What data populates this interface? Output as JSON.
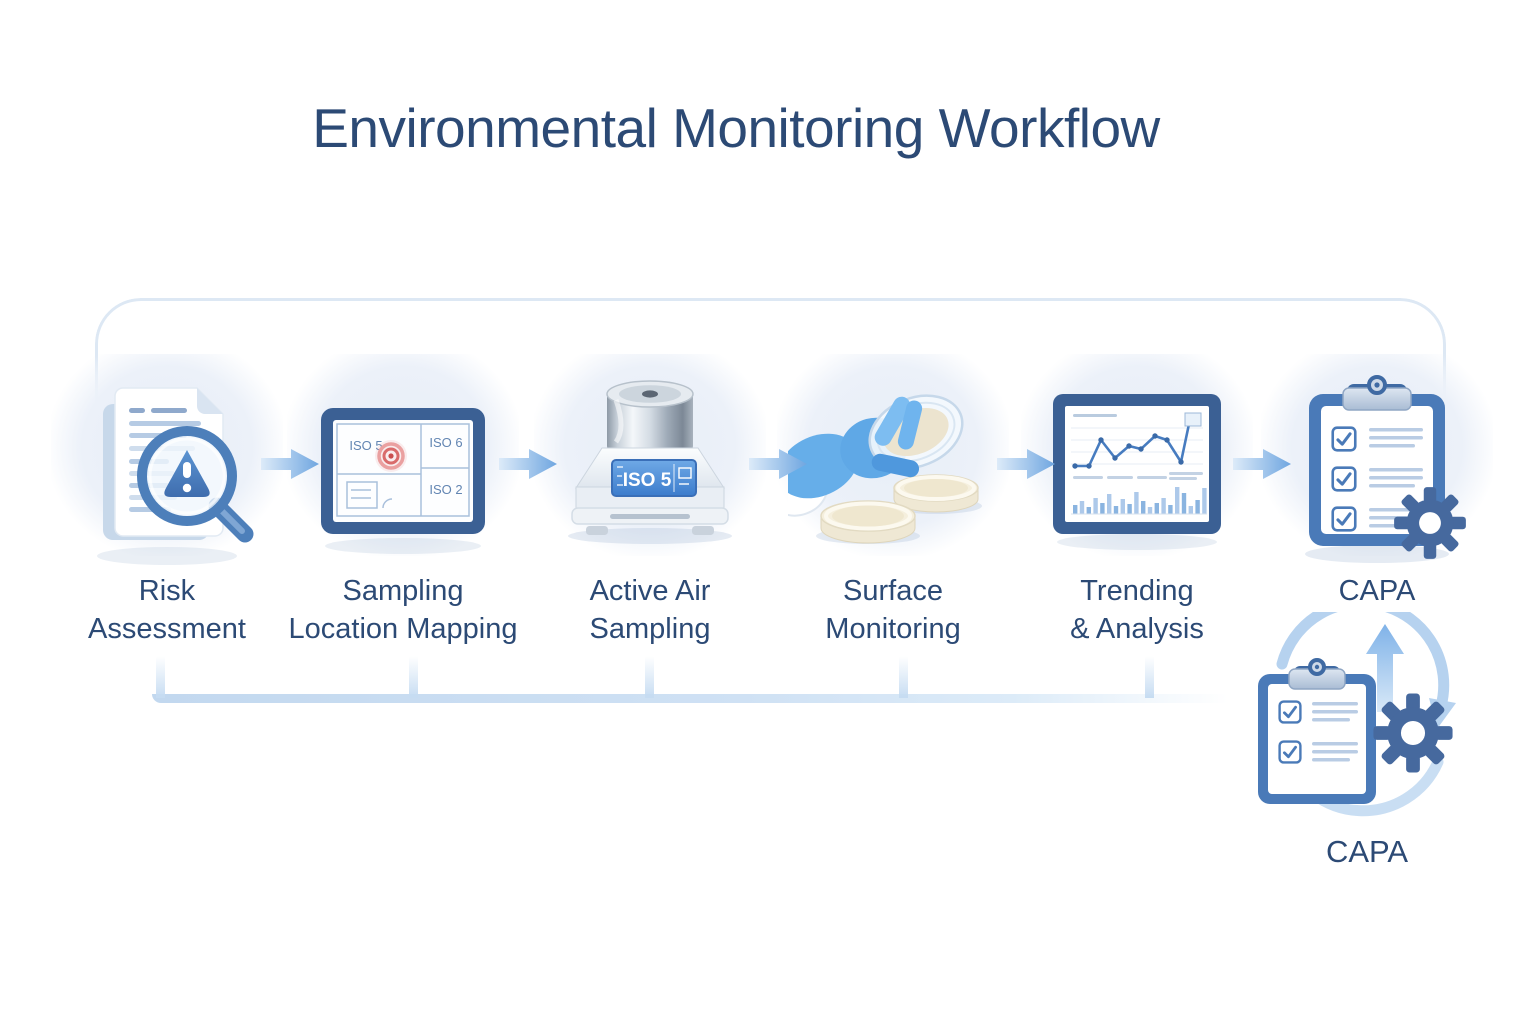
{
  "title": "Environmental Monitoring Workflow",
  "colors": {
    "heading_text": "#2c4a75",
    "accent_blue": "#4a7ab8",
    "arrow_blue": "#6fa6e0",
    "connector_blue": "#c9ddf1",
    "map_marker_red": "#c94f4f"
  },
  "steps": [
    {
      "name": "risk-assessment",
      "icon": "document-magnifier-warning-icon",
      "line1": "Risk",
      "line2": "Assessment"
    },
    {
      "name": "sampling-location-mapping",
      "icon": "cleanroom-map-tablet-icon",
      "line1": "Sampling",
      "line2": "Location Mapping"
    },
    {
      "name": "active-air-sampling",
      "icon": "air-sampler-device-icon",
      "line1": "Active Air",
      "line2": "Sampling"
    },
    {
      "name": "surface-monitoring",
      "icon": "gloved-hand-petri-dish-icon",
      "line1": "Surface",
      "line2": "Monitoring"
    },
    {
      "name": "trending-analysis",
      "icon": "trend-charts-monitor-icon",
      "line1": "Trending",
      "line2": "& Analysis"
    },
    {
      "name": "capa",
      "icon": "capa-clipboard-gear-icon",
      "line1": "CAPA",
      "line2": ""
    }
  ],
  "icons": {
    "map": {
      "zone1": "ISO 5",
      "zone2": "ISO 6",
      "zone3": "ISO 2"
    },
    "air_sampler": {
      "display": "ISO 5"
    }
  },
  "feedback": {
    "label": "CAPA"
  }
}
